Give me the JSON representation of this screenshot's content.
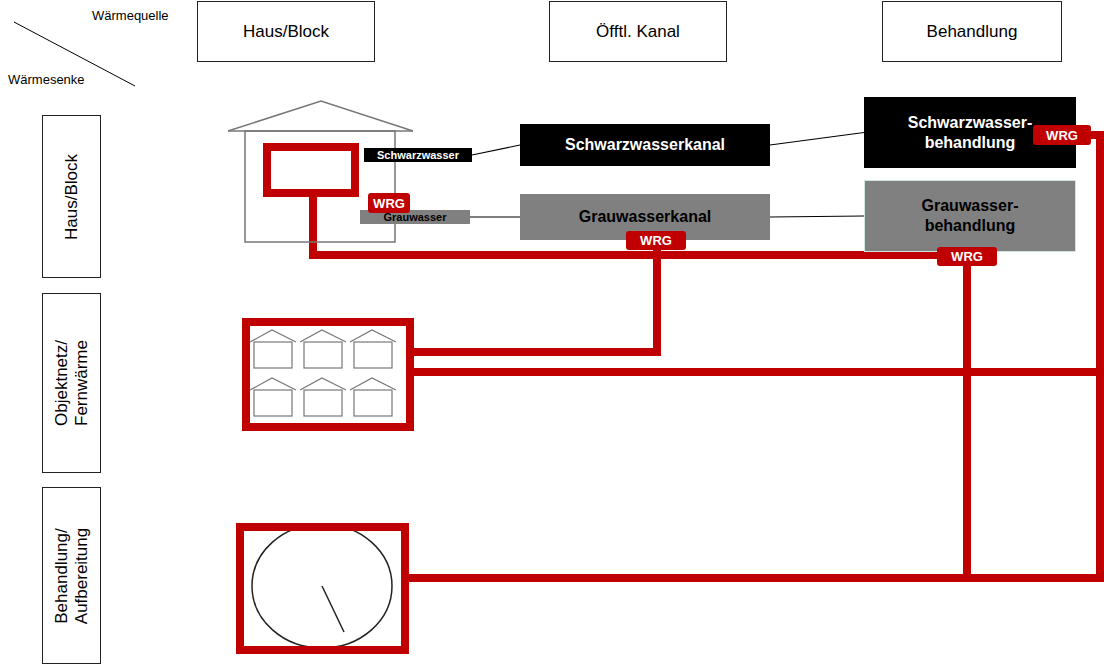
{
  "diagram": {
    "nodes": [
      {
        "text": [
          "Haus/Block"
        ]
      },
      {
        "text": [
          "Öfftl. Kanal"
        ]
      },
      {
        "text": [
          "Behandlung"
        ]
      },
      {
        "text": [
          "Haus/Block"
        ]
      },
      {
        "text": [
          "Objektnetz/ Fernwärme"
        ]
      },
      {
        "text": [
          "Behandlung/ Aufbereitung"
        ]
      },
      {
        "text": [
          "Schwarzwasser"
        ]
      },
      {
        "text": [
          "Grauwasser"
        ]
      },
      {
        "text": [
          "WRG"
        ]
      },
      {
        "text": [
          "Schwarzwasserkanal"
        ]
      },
      {
        "text": [
          "Grauwasserkanal"
        ]
      },
      {
        "text": [
          "WRG"
        ]
      },
      {
        "text": [
          "Schwarzwasser- behandlung"
        ]
      },
      {
        "text": [
          "WRG"
        ]
      },
      {
        "text": [
          "Grauwasser- behandlung"
        ]
      },
      {
        "text": [
          "WRG"
        ]
      }
    ],
    "edges": [
      {
        "from": 6,
        "to": 9,
        "arrow": "none"
      },
      {
        "from": 9,
        "to": 12,
        "arrow": "none"
      },
      {
        "from": 7,
        "to": 10,
        "arrow": "none"
      },
      {
        "from": 10,
        "to": 14,
        "arrow": "none"
      }
    ],
    "labels": [
      "Wärmequelle",
      "Wärmesenke"
    ]
  }
}
